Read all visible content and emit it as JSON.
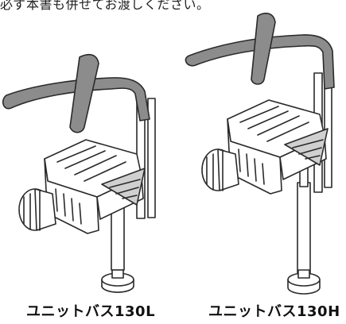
{
  "header": {
    "text": "必ず本書も併せてお渡しください。"
  },
  "products": [
    {
      "name": "ユニットバス130L"
    },
    {
      "name": "ユニットバス130H"
    }
  ],
  "colors": {
    "handle": "#8c8c8c",
    "outline": "#2a2a2a",
    "body": "#ffffff"
  }
}
